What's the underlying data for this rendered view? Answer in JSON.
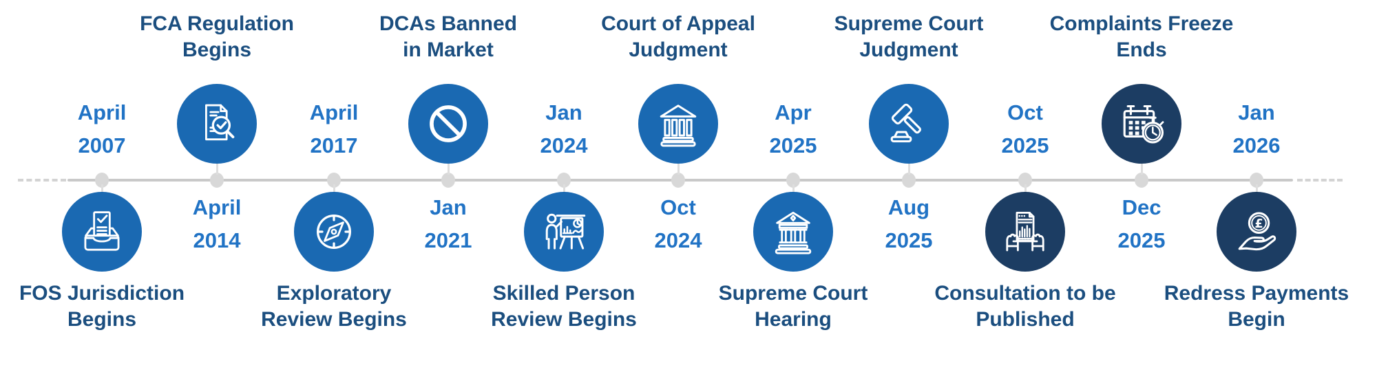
{
  "colors": {
    "circle_blue": "#1A69B2",
    "circle_navy": "#1C3D63",
    "date_text": "#2173C5",
    "title_text": "#1B4E7F",
    "timeline_line": "#C9C9C9",
    "timeline_dot": "#D8D8D8"
  },
  "timeline": {
    "events": [
      {
        "month": "April",
        "year": "2007",
        "title_line1": "FOS Jurisdiction",
        "title_line2": "Begins",
        "icon": "inbox-check-icon",
        "icon_position": "below-line",
        "date_position": "above-line",
        "circle_color": "blue"
      },
      {
        "month": "April",
        "year": "2014",
        "title_line1": "FCA Regulation",
        "title_line2": "Begins",
        "icon": "document-check-magnifier-icon",
        "icon_position": "above-line",
        "date_position": "below-line",
        "circle_color": "blue"
      },
      {
        "month": "April",
        "year": "2017",
        "title_line1": "Exploratory",
        "title_line2": "Review Begins",
        "icon": "compass-icon",
        "icon_position": "below-line",
        "date_position": "above-line",
        "circle_color": "blue"
      },
      {
        "month": "Jan",
        "year": "2021",
        "title_line1": "DCAs Banned",
        "title_line2": "in Market",
        "icon": "prohibition-icon",
        "icon_position": "above-line",
        "date_position": "below-line",
        "circle_color": "blue"
      },
      {
        "month": "Jan",
        "year": "2024",
        "title_line1": "Skilled Person",
        "title_line2": "Review Begins",
        "icon": "presentation-charts-icon",
        "icon_position": "below-line",
        "date_position": "above-line",
        "circle_color": "blue"
      },
      {
        "month": "Oct",
        "year": "2024",
        "title_line1": "Court of Appeal",
        "title_line2": "Judgment",
        "icon": "courthouse-icon",
        "icon_position": "above-line",
        "date_position": "below-line",
        "circle_color": "blue"
      },
      {
        "month": "Apr",
        "year": "2025",
        "title_line1": "Supreme Court",
        "title_line2": "Hearing",
        "icon": "courthouse-columns-icon",
        "icon_position": "below-line",
        "date_position": "above-line",
        "circle_color": "blue"
      },
      {
        "month": "Aug",
        "year": "2025",
        "title_line1": "Supreme Court",
        "title_line2": "Judgment",
        "icon": "gavel-icon",
        "icon_position": "above-line",
        "date_position": "below-line",
        "circle_color": "blue"
      },
      {
        "month": "Oct",
        "year": "2025",
        "title_line1": "Consultation to be",
        "title_line2": "Published",
        "icon": "hands-holding-report-icon",
        "icon_position": "below-line",
        "date_position": "above-line",
        "circle_color": "navy"
      },
      {
        "month": "Dec",
        "year": "2025",
        "title_line1": "Complaints Freeze",
        "title_line2": "Ends",
        "icon": "calendar-stopwatch-icon",
        "icon_position": "above-line",
        "date_position": "below-line",
        "circle_color": "navy"
      },
      {
        "month": "Jan",
        "year": "2026",
        "title_line1": "Redress Payments",
        "title_line2": "Begin",
        "icon": "pound-coin-hand-icon",
        "icon_position": "below-line",
        "date_position": "above-line",
        "circle_color": "navy"
      }
    ]
  }
}
